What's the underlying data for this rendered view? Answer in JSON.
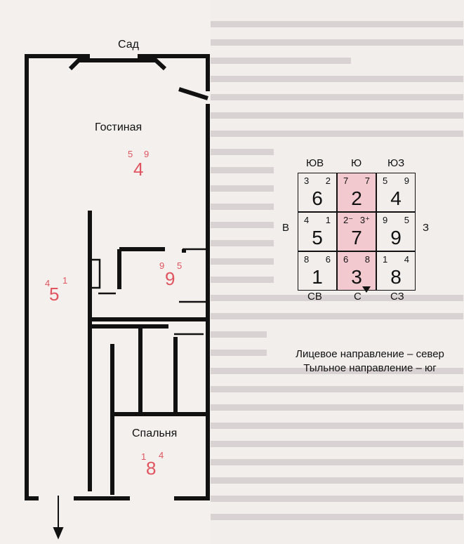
{
  "plan": {
    "rooms": {
      "garden": "Сад",
      "living": "Гостиная",
      "bedroom": "Спальня"
    },
    "stars": [
      {
        "small_left": "5",
        "small_right": "9",
        "big": "4"
      },
      {
        "small_left": "4",
        "small_right": "1",
        "big": "5"
      },
      {
        "small_left": "9",
        "small_right": "5",
        "big": "9"
      },
      {
        "small_left": "1",
        "small_right": "4",
        "big": "8"
      }
    ]
  },
  "grid": {
    "top_labels": [
      "ЮВ",
      "Ю",
      "ЮЗ"
    ],
    "left_label": "В",
    "right_label": "З",
    "bottom_labels": [
      "СВ",
      "С",
      "СЗ"
    ],
    "cells": [
      {
        "tl": "3",
        "tr": "2",
        "big": "6",
        "highlight": false
      },
      {
        "tl": "7",
        "tr": "7",
        "big": "2",
        "highlight": true
      },
      {
        "tl": "5",
        "tr": "9",
        "big": "4",
        "highlight": false
      },
      {
        "tl": "4",
        "tr": "1",
        "big": "5",
        "highlight": false
      },
      {
        "tl": "2⁻",
        "tr": "3⁺",
        "big": "7",
        "highlight": true
      },
      {
        "tl": "9",
        "tr": "5",
        "big": "9",
        "highlight": false
      },
      {
        "tl": "8",
        "tr": "6",
        "big": "1",
        "highlight": false
      },
      {
        "tl": "6",
        "tr": "8",
        "big": "3",
        "highlight": true
      },
      {
        "tl": "1",
        "tr": "4",
        "big": "8",
        "highlight": false
      }
    ]
  },
  "captions": {
    "front": "Лицевое направление – север",
    "back": "Тыльное направление – юг"
  },
  "colors": {
    "ink": "#111111",
    "star_red": "#e0555f",
    "highlight": "#f1c9cf",
    "paper": "#f2eeec"
  }
}
